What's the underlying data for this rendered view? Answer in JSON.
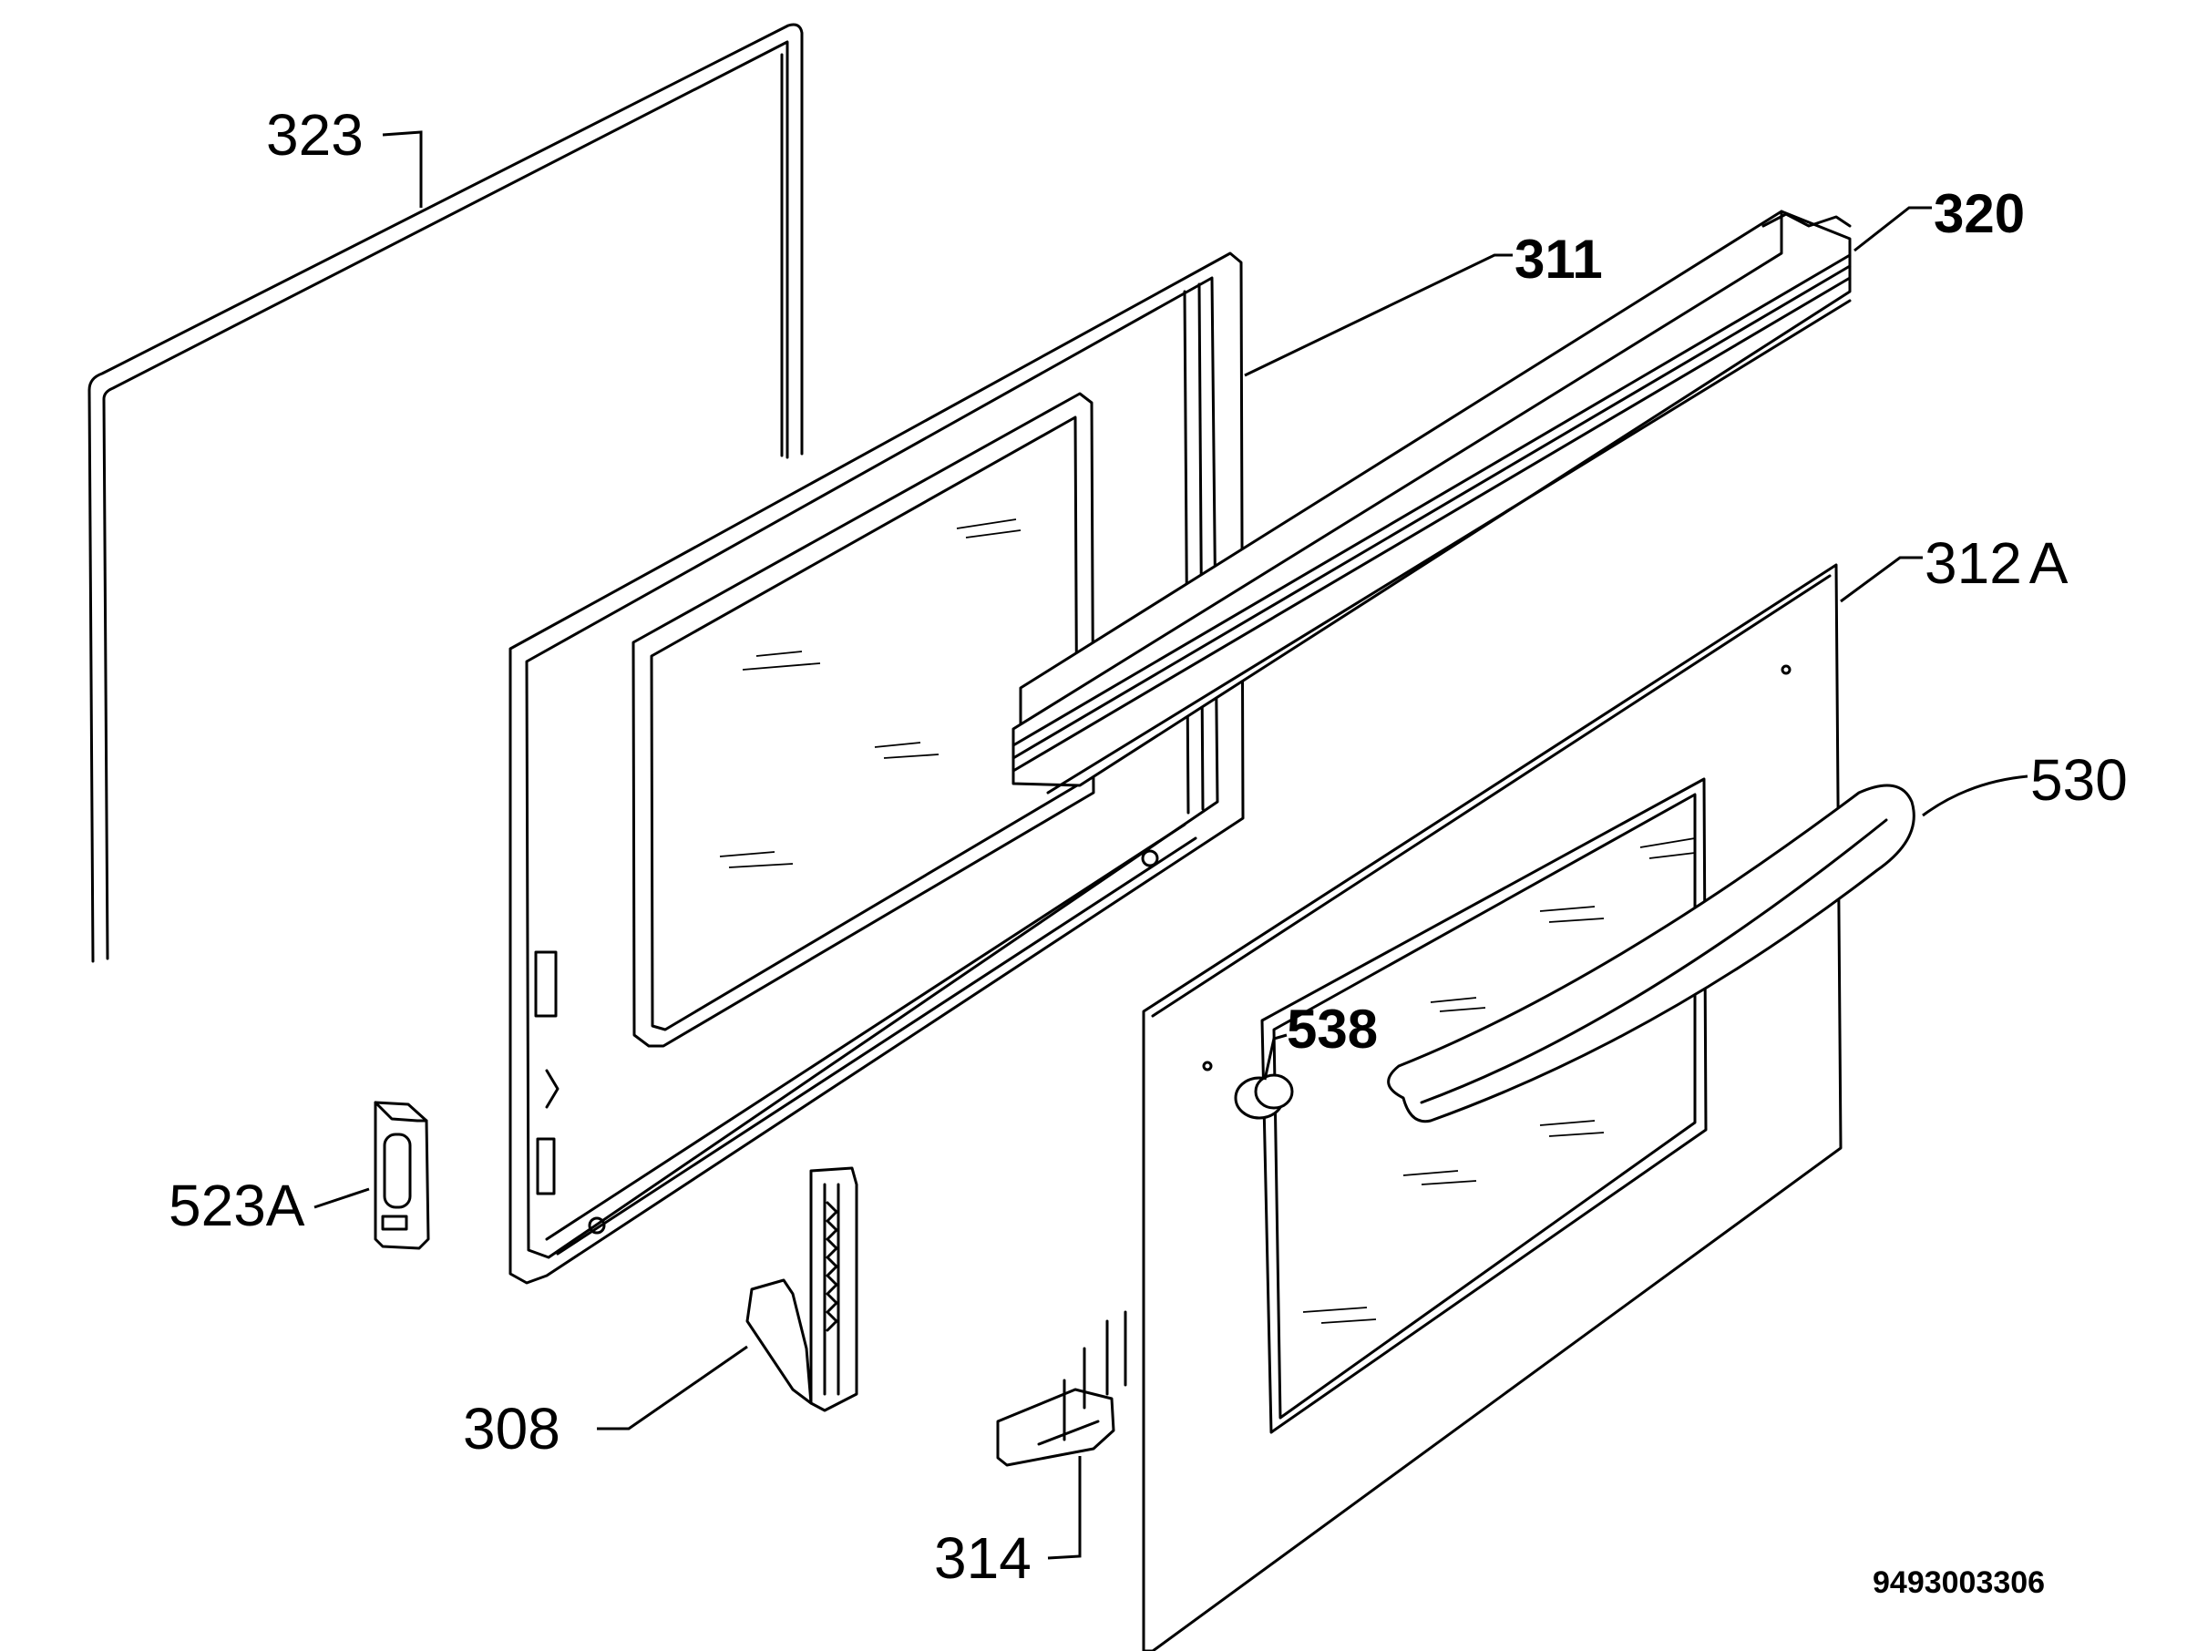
{
  "diagram": {
    "callouts": [
      {
        "id": "323",
        "text": "323"
      },
      {
        "id": "311",
        "text": "311"
      },
      {
        "id": "320",
        "text": "320"
      },
      {
        "id": "312A",
        "text": "312",
        "suffix": "A"
      },
      {
        "id": "530",
        "text": "530"
      },
      {
        "id": "538",
        "text": "538"
      },
      {
        "id": "523A",
        "text": "523A"
      },
      {
        "id": "308",
        "text": "308"
      },
      {
        "id": "314",
        "text": "314"
      }
    ],
    "document_number": "9493003306"
  }
}
